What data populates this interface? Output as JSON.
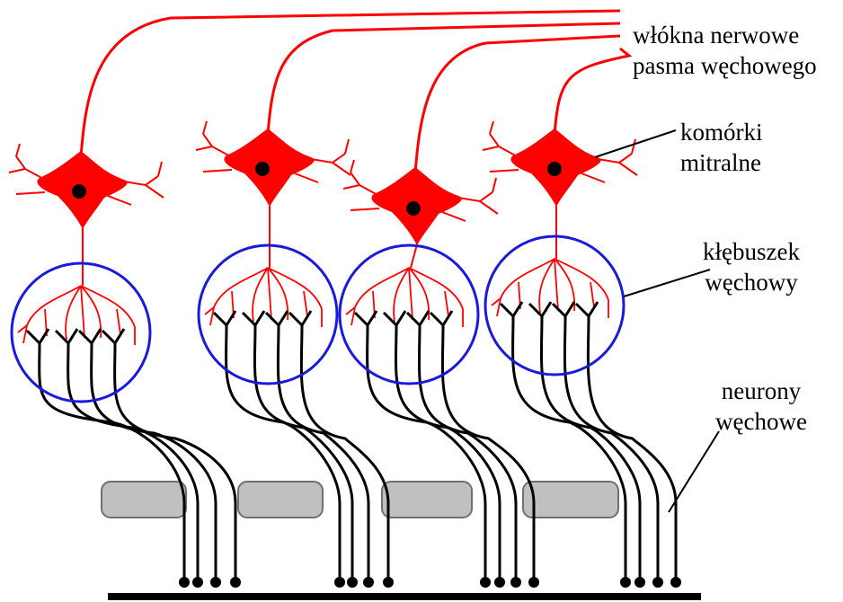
{
  "labels": {
    "nerve_fibers": {
      "line1": "włókna nerwowe",
      "line2": "pasma węchowego"
    },
    "mitral_cells": {
      "line1": "komórki",
      "line2": "mitralne"
    },
    "glomerulus": {
      "line1": "kłębuszek",
      "line2": "węchowy"
    },
    "olfactory_neurons": {
      "line1": "neurony",
      "line2": "węchowe"
    }
  },
  "colors": {
    "mitral_cell": "#ff0000",
    "glomerulus_outline": "#1a1adc",
    "olfactory_neuron": "#000000",
    "support_cell": "#c0c0c0"
  }
}
